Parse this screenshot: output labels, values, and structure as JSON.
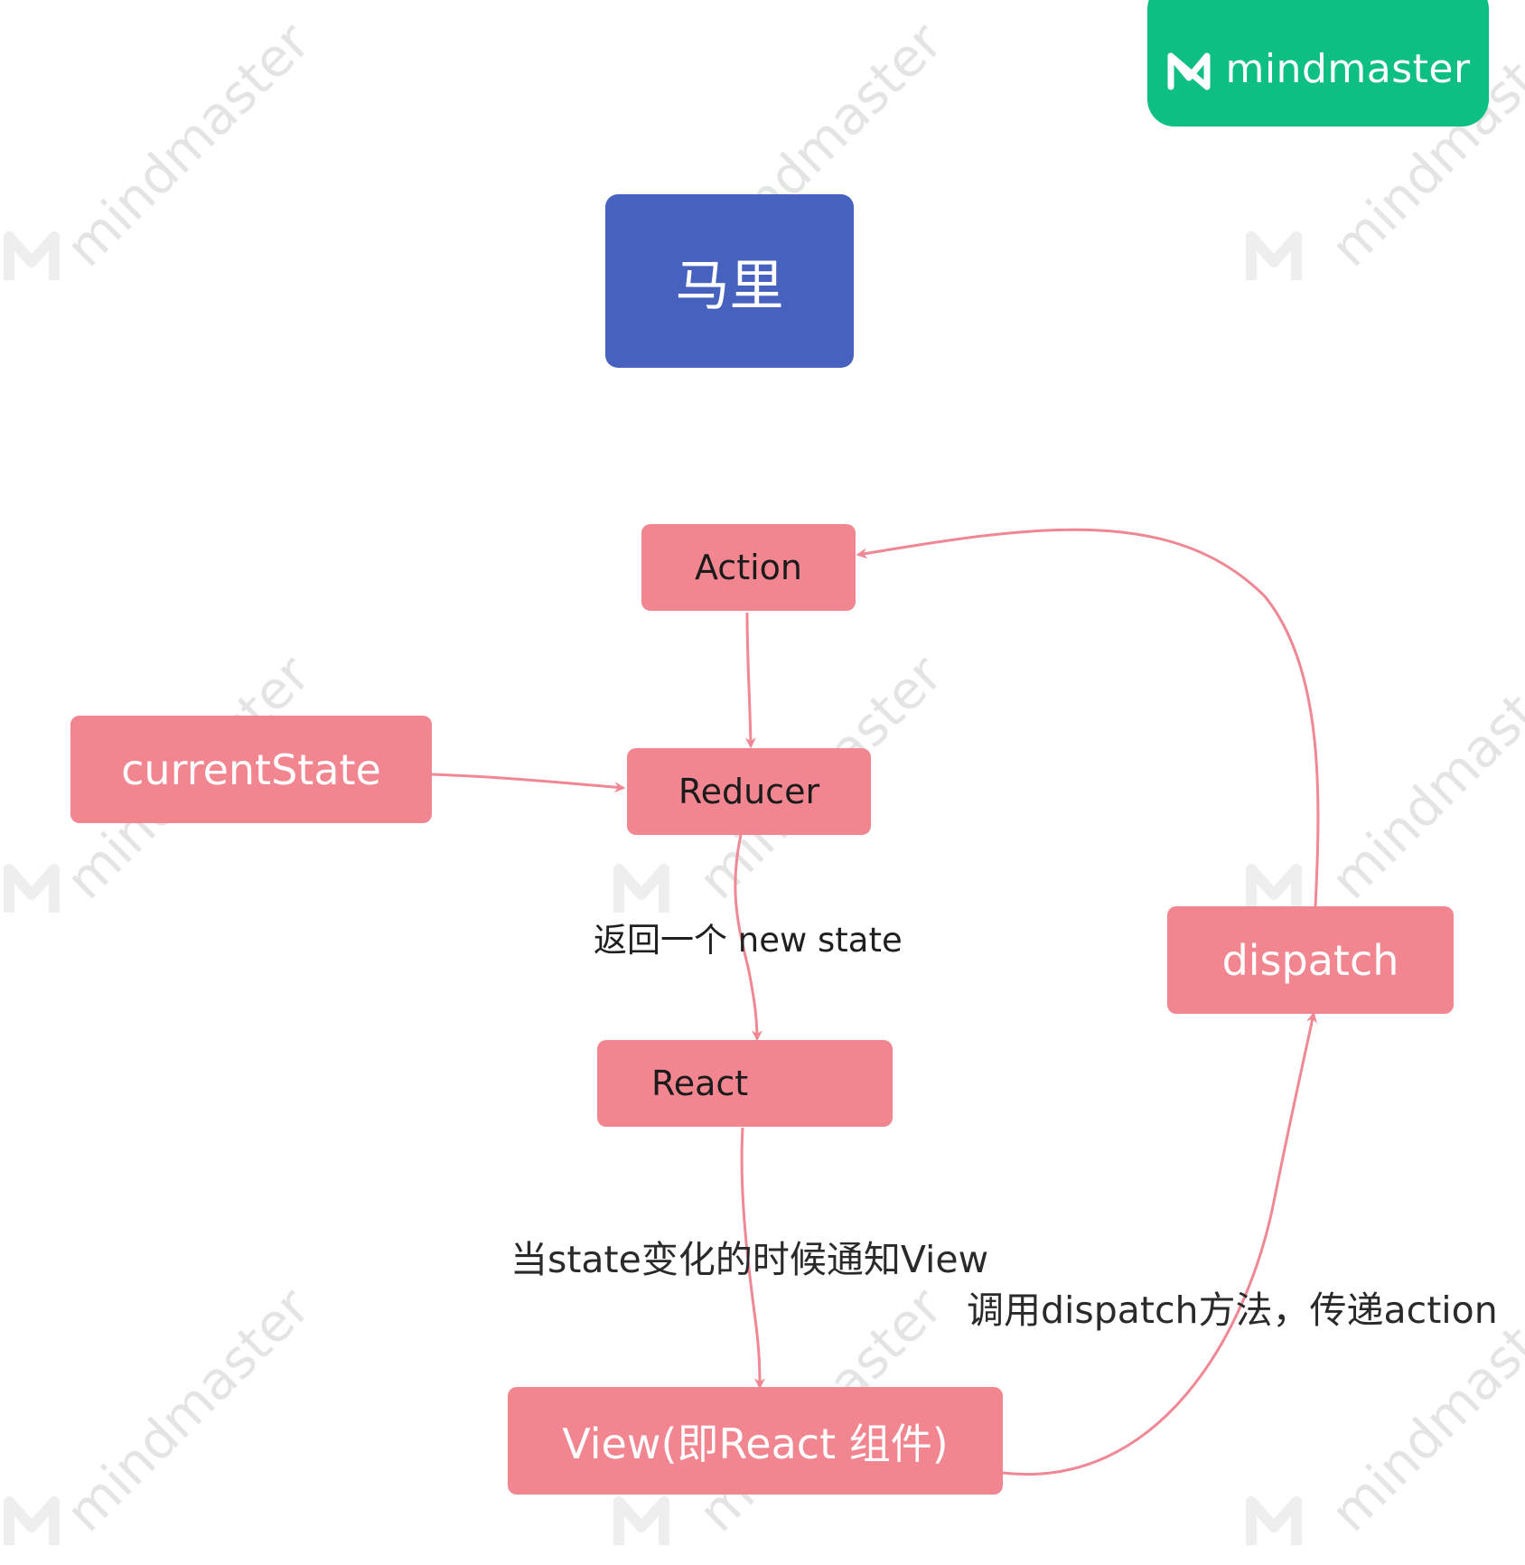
{
  "brand": {
    "name": "mindmaster"
  },
  "watermark": {
    "text": "mindmaster"
  },
  "diagram": {
    "title": "马里",
    "nodes": {
      "action": "Action",
      "current_state": "currentState",
      "reducer": "Reducer",
      "react": "React",
      "dispatch": "dispatch",
      "view": "View(即React 组件)"
    },
    "edge_labels": {
      "reducer_to_react": "返回一个 new state",
      "react_to_view": "当state变化的时候通知View",
      "view_to_dispatch": "调用dispatch方法，传递action"
    }
  },
  "colors": {
    "node_fill": "#f28690",
    "edge_stroke": "#ef8794",
    "title_fill": "#4762be",
    "brand_fill": "#0dbf83"
  }
}
